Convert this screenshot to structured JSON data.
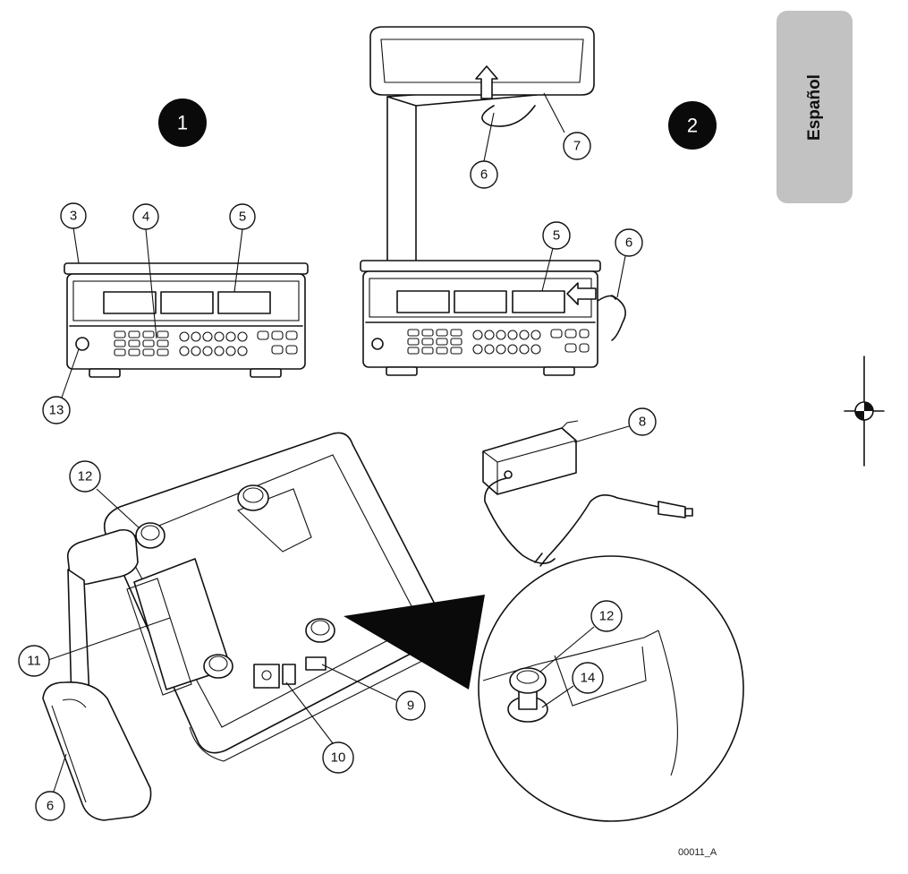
{
  "side_tab": {
    "label": "Español"
  },
  "figure_code": "00011_A",
  "steps": [
    {
      "id": "step-1",
      "label": "1"
    },
    {
      "id": "step-2",
      "label": "2"
    }
  ],
  "callouts": [
    {
      "id": "c3",
      "label": "3"
    },
    {
      "id": "c4",
      "label": "4"
    },
    {
      "id": "c5a",
      "label": "5"
    },
    {
      "id": "c13",
      "label": "13"
    },
    {
      "id": "c6a",
      "label": "6"
    },
    {
      "id": "c7",
      "label": "7"
    },
    {
      "id": "c5b",
      "label": "5"
    },
    {
      "id": "c6b",
      "label": "6"
    },
    {
      "id": "c8",
      "label": "8"
    },
    {
      "id": "c12a",
      "label": "12"
    },
    {
      "id": "c11",
      "label": "11"
    },
    {
      "id": "c9",
      "label": "9"
    },
    {
      "id": "c10",
      "label": "10"
    },
    {
      "id": "c6c",
      "label": "6"
    },
    {
      "id": "c12b",
      "label": "12"
    },
    {
      "id": "c14",
      "label": "14"
    }
  ]
}
